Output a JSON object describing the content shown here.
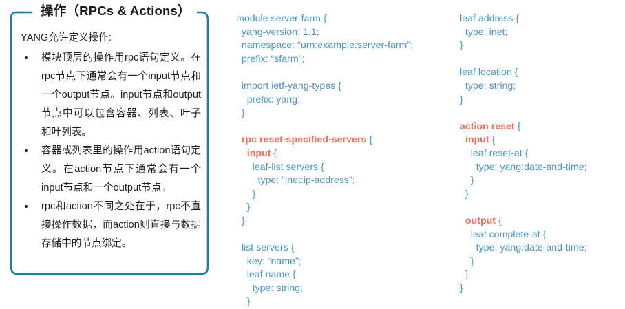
{
  "colors": {
    "border": "#1a7fa8",
    "code_blue": "#4b93cd",
    "code_keyword_red": "#e8715e",
    "text_dark": "#1f1f1f",
    "background": "#ffffff"
  },
  "callout": {
    "title": "操作（RPCs & Actions）",
    "intro": "YANG允许定义操作:",
    "bullets": [
      "模块顶层的操作用rpc语句定义。在rpc节点下通常会有一个input节点和一个output节点。input节点和output节点中可以包含容器、列表、叶子和叶列表。",
      "容器或列表里的操作用action语句定义。在action节点下通常会有一个input节点和一个output节点。",
      "rpc和action不同之处在于，rpc不直接操作数据，而action则直接与数据存储中的节点绑定。"
    ]
  },
  "code_middle": {
    "lines": [
      {
        "text": "module server-farm {",
        "keyword": ""
      },
      {
        "text": "  yang-version: 1.1;",
        "keyword": ""
      },
      {
        "text": "  namespace: “urn:example:server-farm”;",
        "keyword": ""
      },
      {
        "text": "  prefix: “sfarm”;",
        "keyword": ""
      },
      {
        "text": "",
        "keyword": ""
      },
      {
        "text": "  import ietf-yang-types {",
        "keyword": ""
      },
      {
        "text": "    prefix: yang;",
        "keyword": ""
      },
      {
        "text": "  }",
        "keyword": ""
      },
      {
        "text": "",
        "keyword": ""
      },
      {
        "text": "  rpc reset-specified-servers {",
        "keyword": "rpc reset-specified-servers"
      },
      {
        "text": "    input {",
        "keyword": "input"
      },
      {
        "text": "      leaf-list servers {",
        "keyword": ""
      },
      {
        "text": "        type: “inet:ip-address”;",
        "keyword": ""
      },
      {
        "text": "      }",
        "keyword": ""
      },
      {
        "text": "    }",
        "keyword": ""
      },
      {
        "text": "  }",
        "keyword": ""
      },
      {
        "text": "",
        "keyword": ""
      },
      {
        "text": "  list servers {",
        "keyword": ""
      },
      {
        "text": "    key: “name”;",
        "keyword": ""
      },
      {
        "text": "    leaf name {",
        "keyword": ""
      },
      {
        "text": "      type: string;",
        "keyword": ""
      },
      {
        "text": "    }",
        "keyword": ""
      }
    ]
  },
  "code_right": {
    "lines": [
      {
        "text": "leaf address {",
        "keyword": ""
      },
      {
        "text": "  type: inet;",
        "keyword": ""
      },
      {
        "text": "}",
        "keyword": ""
      },
      {
        "text": "",
        "keyword": ""
      },
      {
        "text": "leaf location {",
        "keyword": ""
      },
      {
        "text": "  type: string;",
        "keyword": ""
      },
      {
        "text": "}",
        "keyword": ""
      },
      {
        "text": "",
        "keyword": ""
      },
      {
        "text": "action reset {",
        "keyword": "action reset"
      },
      {
        "text": "  input {",
        "keyword": "input"
      },
      {
        "text": "    leaf reset-at {",
        "keyword": ""
      },
      {
        "text": "      type: yang:date-and-time;",
        "keyword": ""
      },
      {
        "text": "    }",
        "keyword": ""
      },
      {
        "text": "  }",
        "keyword": ""
      },
      {
        "text": "",
        "keyword": ""
      },
      {
        "text": "  output {",
        "keyword": "output"
      },
      {
        "text": "    leaf complete-at {",
        "keyword": ""
      },
      {
        "text": "      type: yang:date-and-time;",
        "keyword": ""
      },
      {
        "text": "    }",
        "keyword": ""
      },
      {
        "text": "  }",
        "keyword": ""
      },
      {
        "text": "}",
        "keyword": ""
      }
    ]
  }
}
